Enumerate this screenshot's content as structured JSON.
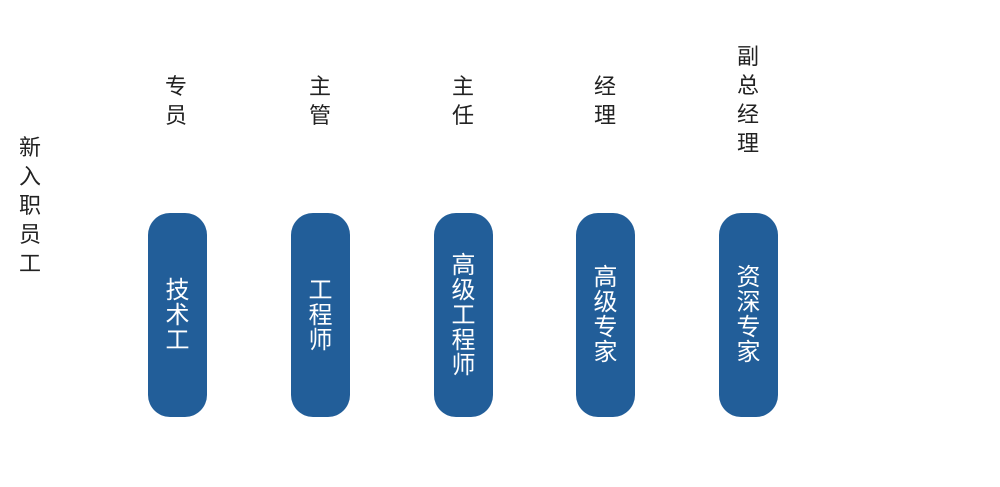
{
  "entry_level": "新\n入\n职\n员\n工",
  "management_track": [
    "专\n员",
    "主\n管",
    "主\n任",
    "经\n理",
    "副\n总\n经\n理"
  ],
  "technical_track": [
    "技\n术\n工",
    "工\n程\n师",
    "高\n级\n工\n程\n师",
    "高\n级\n专\n家",
    "资\n深\n专\n家"
  ],
  "colors": {
    "pill_fill": "#225e99",
    "pill_text": "#ffffff",
    "label_text": "#222222"
  }
}
